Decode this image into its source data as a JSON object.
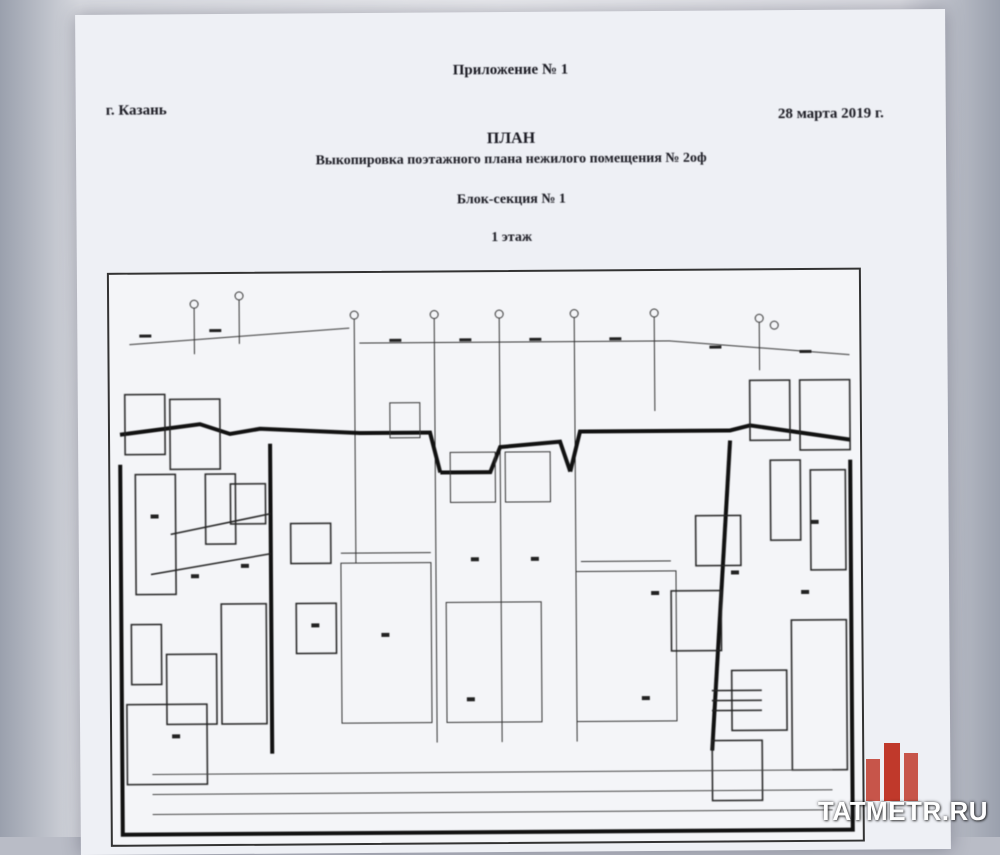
{
  "document": {
    "appendix": "Приложение № 1",
    "city": "г. Казань",
    "date": "28 марта 2019 г.",
    "title": "ПЛАН",
    "subtitle": "Выкопировка поэтажного плана нежилого помещения № 2оф",
    "section": "Блок-секция № 1",
    "floor": "1 этаж"
  },
  "watermark": {
    "text": "TATMETR.RU",
    "logo_icon": "buildings-logo-icon",
    "logo_color": "#c0392b"
  }
}
